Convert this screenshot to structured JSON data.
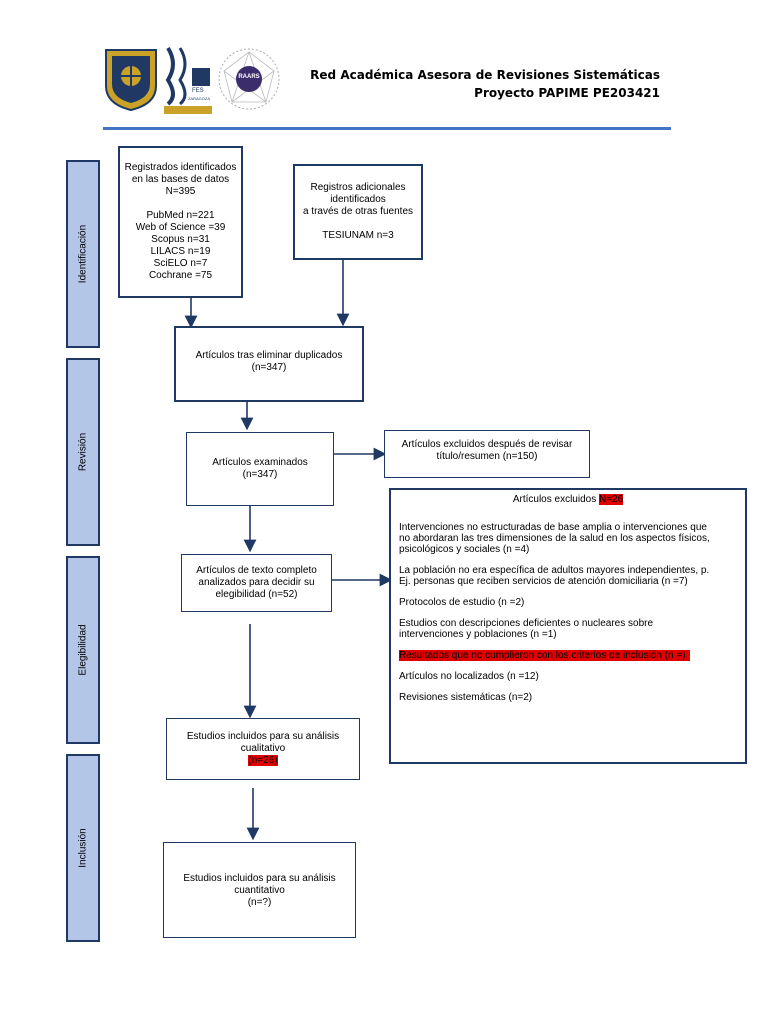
{
  "header": {
    "line1": "Red Académica Asesora de Revisiones Sistemáticas",
    "line2": "Proyecto PAPIME PE203421",
    "logo_fes_text": "FES",
    "logo_fes_sub": "ZARAGOZA",
    "logo_raars_text": "RAARS"
  },
  "phases": {
    "identificacion": "Identificación",
    "revision": "Revisión",
    "elegibilidad": "Elegibilidad",
    "inclusion": "Inclusión"
  },
  "boxes": {
    "registrados": {
      "l1": "Registrados identificados",
      "l2": "en las  bases de datos",
      "l3": "N=395",
      "l4": "PubMed n=221",
      "l5": "Web of Science =39",
      "l6": "Scopus  n=31",
      "l7": "LILACS  n=19",
      "l8": "SciELO  n=7",
      "l9": "Cochrane =75"
    },
    "adicionales": {
      "l1": "Registros adicionales",
      "l2": "identificados",
      "l3": "a través de otras fuentes",
      "l4": "TESIUNAM n=3"
    },
    "duplicados": {
      "l1": "Artículos tras eliminar duplicados",
      "l2": "(n=347)"
    },
    "examinados": {
      "l1": "Artículos examinados",
      "l2": "(n=347)"
    },
    "excluidos1": {
      "l1": "Artículos excluidos después de revisar",
      "l2": "título/resumen (n=150)"
    },
    "texto_completo": {
      "l1": "Artículos de texto completo",
      "l2": "analizados para decidir su",
      "l3": "elegibilidad (n=52)"
    },
    "cualitativo": {
      "l1": "Estudios incluidos para su análisis",
      "l2": "cualitativo",
      "l3": "(n=26)"
    },
    "cuantitativo": {
      "l1": "Estudios incluidos para su análisis",
      "l2": "cuantitativo",
      "l3": "(n=?)"
    },
    "excluidos2": {
      "title": "Artículos excluidos ",
      "title_n": "N=26",
      "i1a": "Intervenciones no estructuradas de base amplia o intervenciones que",
      "i1b": "no abordaran las tres dimensiones de la salud en los aspectos físicos,",
      "i1c": "psicológicos y sociales (n =4)",
      "i2a": "La población no era específica de adultos mayores independientes, p.",
      "i2b": "Ej. personas que reciben servicios de atención domiciliaria (n =7)",
      "i3": "Protocolos de estudio (n =2)",
      "i4a": "Estudios con descripciones deficientes o nucleares sobre",
      "i4b": "intervenciones y poblaciones (n =1)",
      "i5": "Resultados que no cumplieron con los criterios de inclusión   (n =)",
      "i6": "Artículos no localizados (n =12)",
      "i7": "Revisiones sistemáticas (n=2)"
    }
  }
}
